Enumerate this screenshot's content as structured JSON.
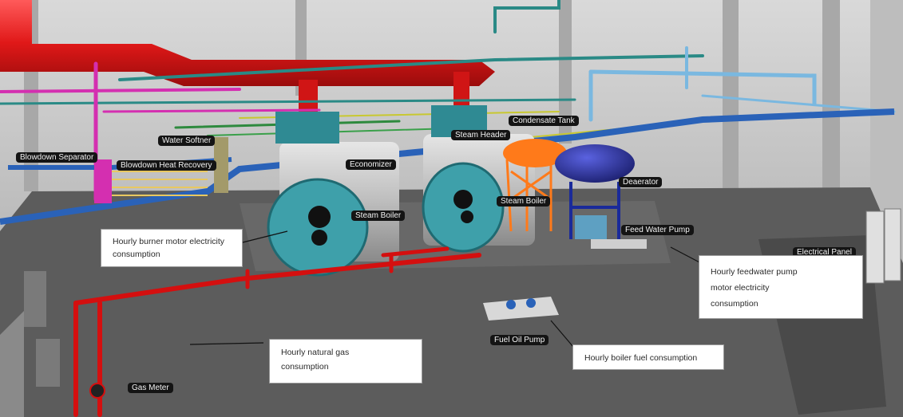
{
  "labels": {
    "water_softner": "Water Softner",
    "blowdown_separator": "Blowdown Separator",
    "blowdown_heat_recovery": "Blowdown Heat Recovery",
    "economizer": "Economizer",
    "steam_header": "Steam Header",
    "condensate_tank": "Condensate Tank",
    "steam_boiler_1": "Steam Boiler",
    "steam_boiler_2": "Steam Boiler",
    "deaerator": "Deaerator",
    "feed_water_pump": "Feed Water Pump",
    "electrical_panel": "Electrical Panel",
    "fuel_oil_pump": "Fuel Oil Pump",
    "gas_meter": "Gas Meter"
  },
  "notes": {
    "burner_motor": [
      "Hourly burner motor electricity",
      "consumption"
    ],
    "feedwater_pump": [
      "Hourly feedwater pump",
      "motor electricity",
      "consumption"
    ],
    "natural_gas": [
      "Hourly natural gas",
      "consumption"
    ],
    "boiler_fuel": [
      "Hourly boiler fuel consumption"
    ]
  },
  "colors": {
    "gas_pipe": "#d40f0f",
    "duct": "#e01818",
    "water_pipe": "#2a62b8",
    "boiler_body": "#2f8a93",
    "condensate_pipe": "#ff7a1a",
    "blowdown_pipe": "#d42fb0",
    "deaerator_tank": "#2a2f9a",
    "floor": "#5c5c5c",
    "wall": "#cfcfcf"
  }
}
